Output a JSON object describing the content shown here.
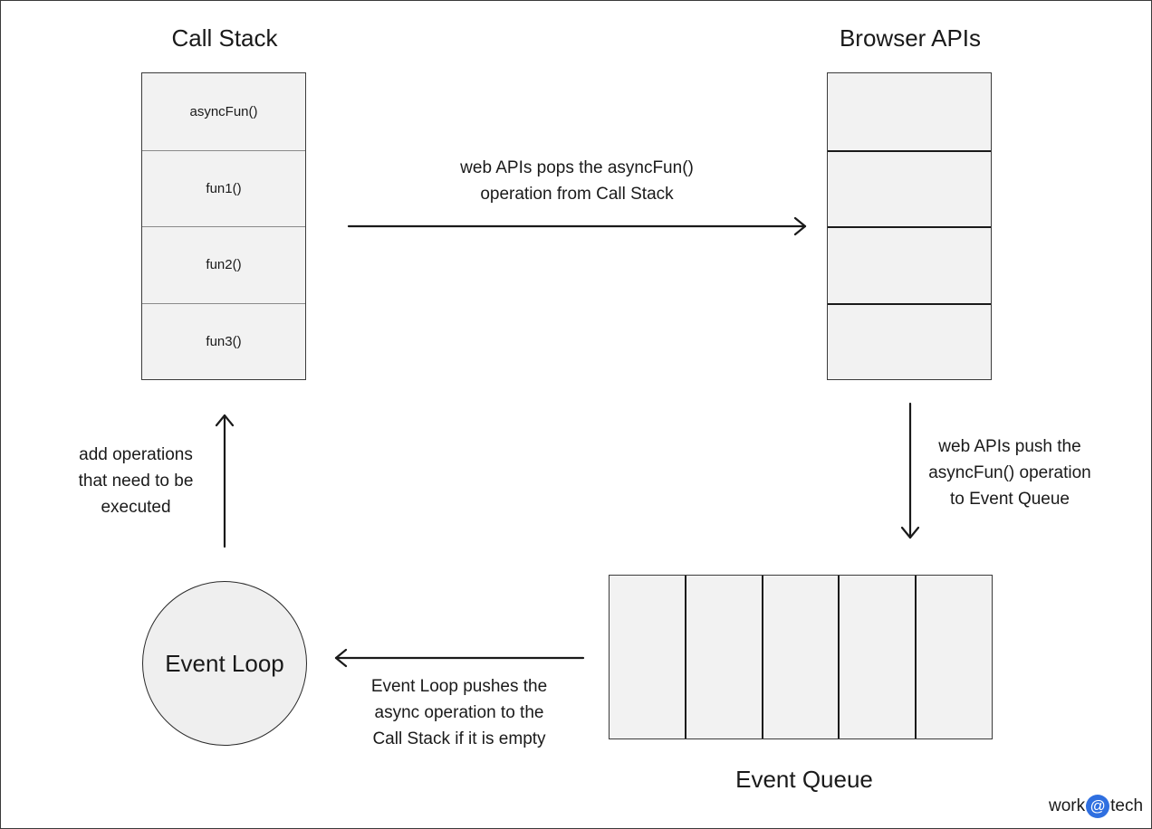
{
  "call_stack": {
    "title": "Call Stack",
    "items": [
      "asyncFun()",
      "fun1()",
      "fun2()",
      "fun3()"
    ]
  },
  "browser_apis": {
    "title": "Browser APIs",
    "slot_count": 4
  },
  "event_queue": {
    "title": "Event Queue",
    "slot_count": 5
  },
  "event_loop": {
    "label": "Event Loop"
  },
  "captions": {
    "pop": [
      "web APIs pops the asyncFun()",
      "operation from Call Stack"
    ],
    "push": [
      "web APIs push the",
      "asyncFun() operation",
      "to Event Queue"
    ],
    "loop_push": [
      "Event Loop pushes the",
      "async operation to the",
      "Call Stack if it is empty"
    ],
    "add": [
      "add operations",
      "that need to be",
      "executed"
    ]
  },
  "watermark": {
    "word1": "work",
    "at": "@",
    "word2": "tech"
  },
  "colors": {
    "box_fill": "#f2f2f2",
    "badge_blue": "#2f6fe0",
    "line": "#1a1a1a"
  }
}
